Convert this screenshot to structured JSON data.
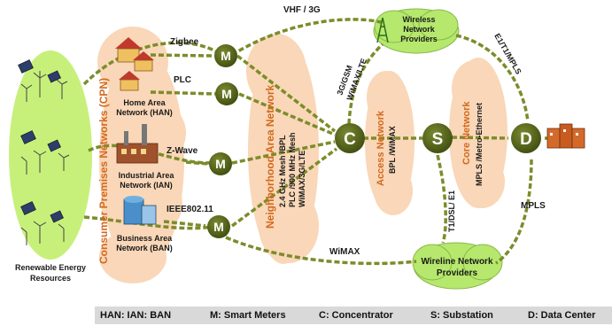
{
  "links": {
    "vhf": "VHF / 3G",
    "zigbee": "Zigbee",
    "plc": "PLC",
    "zwave": "Z-Wave",
    "ieee": "IEEE802.11",
    "gsm_line1": "3G/GSM",
    "gsm_line2": "WiMAX/LTE",
    "e1t1": "E1/T1/MPLS",
    "mpls": "MPLS",
    "wimax": "WiMAX",
    "t1dsl": "T1/DSL/ E1"
  },
  "clouds": {
    "wireless_line1": "Wireless",
    "wireless_line2": "Network",
    "wireless_line3": "Providers",
    "wireline_line1": "Wireline Network",
    "wireline_line2": "Providers"
  },
  "premises": {
    "cpn_title": "Consumer Premises Networks (CPN)",
    "han_line1": "Home Area",
    "han_line2": "Network (HAN)",
    "ian_line1": "Industrial Area",
    "ian_line2": "Network (IAN)",
    "ban_line1": "Business Area",
    "ban_line2": "Network (BAN)"
  },
  "renewable": {
    "line1": "Renewable Energy",
    "line2": "Resources"
  },
  "nan": {
    "title": "Neighborhood Area Network",
    "line1": "2.4 GHz Mesh /BPL",
    "line2": "PLC /900 MHz Mesh",
    "line3": "WiMAX/3G/LTE"
  },
  "access": {
    "title": "Access Network",
    "sub": "BPL /WiMAX"
  },
  "core": {
    "title": "Core Network",
    "sub": "MPLS /Metro-Ethernet"
  },
  "nodes": {
    "m": "M",
    "c": "C",
    "s": "S",
    "d": "D"
  },
  "legend": {
    "han": "HAN: IAN: BAN",
    "m": "M: Smart Meters",
    "c": "C: Concentrator",
    "s": "S: Substation",
    "d": "D: Data Center"
  },
  "colors": {
    "node_green": "#4b5a14",
    "link_green": "#7c8c2a",
    "cloud_peach": "#f9d7b8",
    "cloud_green": "#b5e86c",
    "renewable_green": "#c7f07a",
    "orange_text": "#d2691e"
  }
}
